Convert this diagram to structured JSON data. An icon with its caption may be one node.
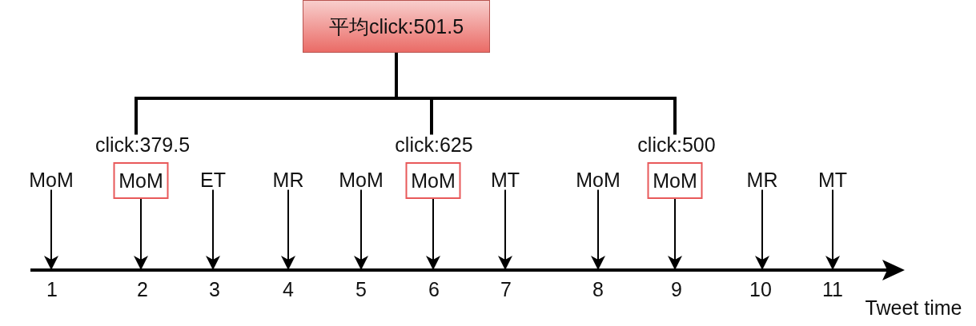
{
  "diagram": {
    "nodes": [
      {
        "text": [
          "平均click:501.5"
        ]
      },
      {
        "text": [
          "click:379.5"
        ]
      },
      {
        "text": [
          "click:625"
        ]
      },
      {
        "text": [
          "click:500"
        ]
      },
      {
        "text": [
          "MoM"
        ]
      },
      {
        "text": [
          "MoM"
        ]
      },
      {
        "text": [
          "ET"
        ]
      },
      {
        "text": [
          "MR"
        ]
      },
      {
        "text": [
          "MoM"
        ]
      },
      {
        "text": [
          "MoM"
        ]
      },
      {
        "text": [
          "MT"
        ]
      },
      {
        "text": [
          "MoM"
        ]
      },
      {
        "text": [
          "MoM"
        ]
      },
      {
        "text": [
          "MR"
        ]
      },
      {
        "text": [
          "MT"
        ]
      },
      {
        "text": [
          "1"
        ]
      },
      {
        "text": [
          "2"
        ]
      },
      {
        "text": [
          "3"
        ]
      },
      {
        "text": [
          "4"
        ]
      },
      {
        "text": [
          "5"
        ]
      },
      {
        "text": [
          "6"
        ]
      },
      {
        "text": [
          "7"
        ]
      },
      {
        "text": [
          "8"
        ]
      },
      {
        "text": [
          "9"
        ]
      },
      {
        "text": [
          "10"
        ]
      },
      {
        "text": [
          "11"
        ]
      }
    ],
    "edges": [
      {
        "from": 0,
        "to": 1,
        "arrow": "none",
        "style": "thick"
      },
      {
        "from": 0,
        "to": 2,
        "arrow": "none",
        "style": "thick"
      },
      {
        "from": 0,
        "to": 3,
        "arrow": "none",
        "style": "thick"
      },
      {
        "from": 4,
        "to": 15,
        "arrow": "to"
      },
      {
        "from": 5,
        "to": 16,
        "arrow": "to"
      },
      {
        "from": 6,
        "to": 17,
        "arrow": "to"
      },
      {
        "from": 7,
        "to": 18,
        "arrow": "to"
      },
      {
        "from": 8,
        "to": 19,
        "arrow": "to"
      },
      {
        "from": 9,
        "to": 20,
        "arrow": "to"
      },
      {
        "from": 10,
        "to": 21,
        "arrow": "to"
      },
      {
        "from": 11,
        "to": 22,
        "arrow": "to"
      },
      {
        "from": 12,
        "to": 23,
        "arrow": "to"
      },
      {
        "from": 13,
        "to": 24,
        "arrow": "to"
      },
      {
        "from": 14,
        "to": 25,
        "arrow": "to"
      }
    ],
    "labels": [
      "Tweet time"
    ]
  }
}
